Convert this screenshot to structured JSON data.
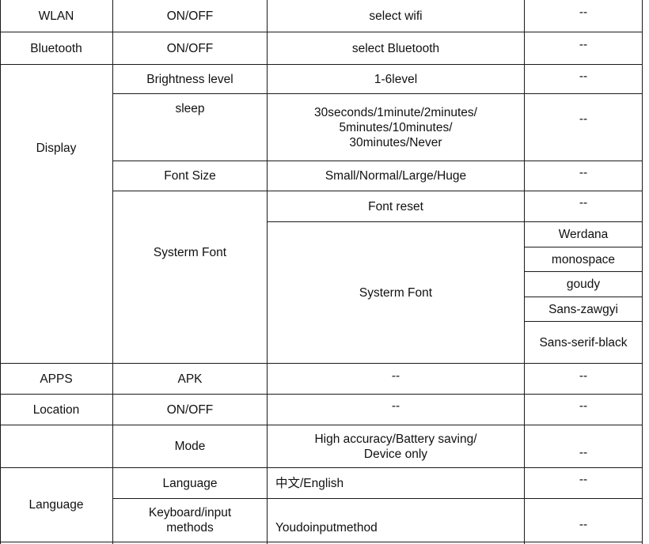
{
  "rows": {
    "wlan": {
      "label": "WLAN",
      "setting": "ON/OFF",
      "options": "select wifi",
      "extra": "--"
    },
    "bluetooth": {
      "label": "Bluetooth",
      "setting": "ON/OFF",
      "options": "select Bluetooth",
      "extra": "--"
    },
    "display": {
      "label": "Display",
      "brightness": {
        "setting": "Brightness level",
        "options": "1-6level",
        "extra": "--"
      },
      "sleep": {
        "setting": "sleep",
        "options": "30seconds/1minute/2minutes/\n5minutes/10minutes/\n30minutes/Never",
        "extra": "--"
      },
      "font_size": {
        "setting": "Font Size",
        "options": "Small/Normal/Large/Huge",
        "extra": "--"
      },
      "system_font": {
        "setting": "Systerm Font",
        "font_reset": {
          "label": "Font reset",
          "extra": "--"
        },
        "font_list_label": "Systerm Font",
        "fonts": [
          "Werdana",
          "monospace",
          "goudy",
          "Sans-zawgyi",
          "Sans-serif-black"
        ]
      }
    },
    "apps": {
      "label": "APPS",
      "setting": "APK",
      "options": "--",
      "extra": "--"
    },
    "location": {
      "label": "Location",
      "setting": "ON/OFF",
      "options": "--",
      "extra": "--",
      "mode": {
        "setting": "Mode",
        "options": "High accuracy/Battery saving/\nDevice only",
        "extra": "--"
      }
    },
    "language": {
      "label": "Language",
      "language": {
        "setting": "Language",
        "options": "中文/English",
        "extra": "--"
      },
      "keyboard": {
        "setting": "Keyboard/input\nmethods",
        "options": "Youdoinputmethod",
        "extra": "--"
      }
    }
  }
}
